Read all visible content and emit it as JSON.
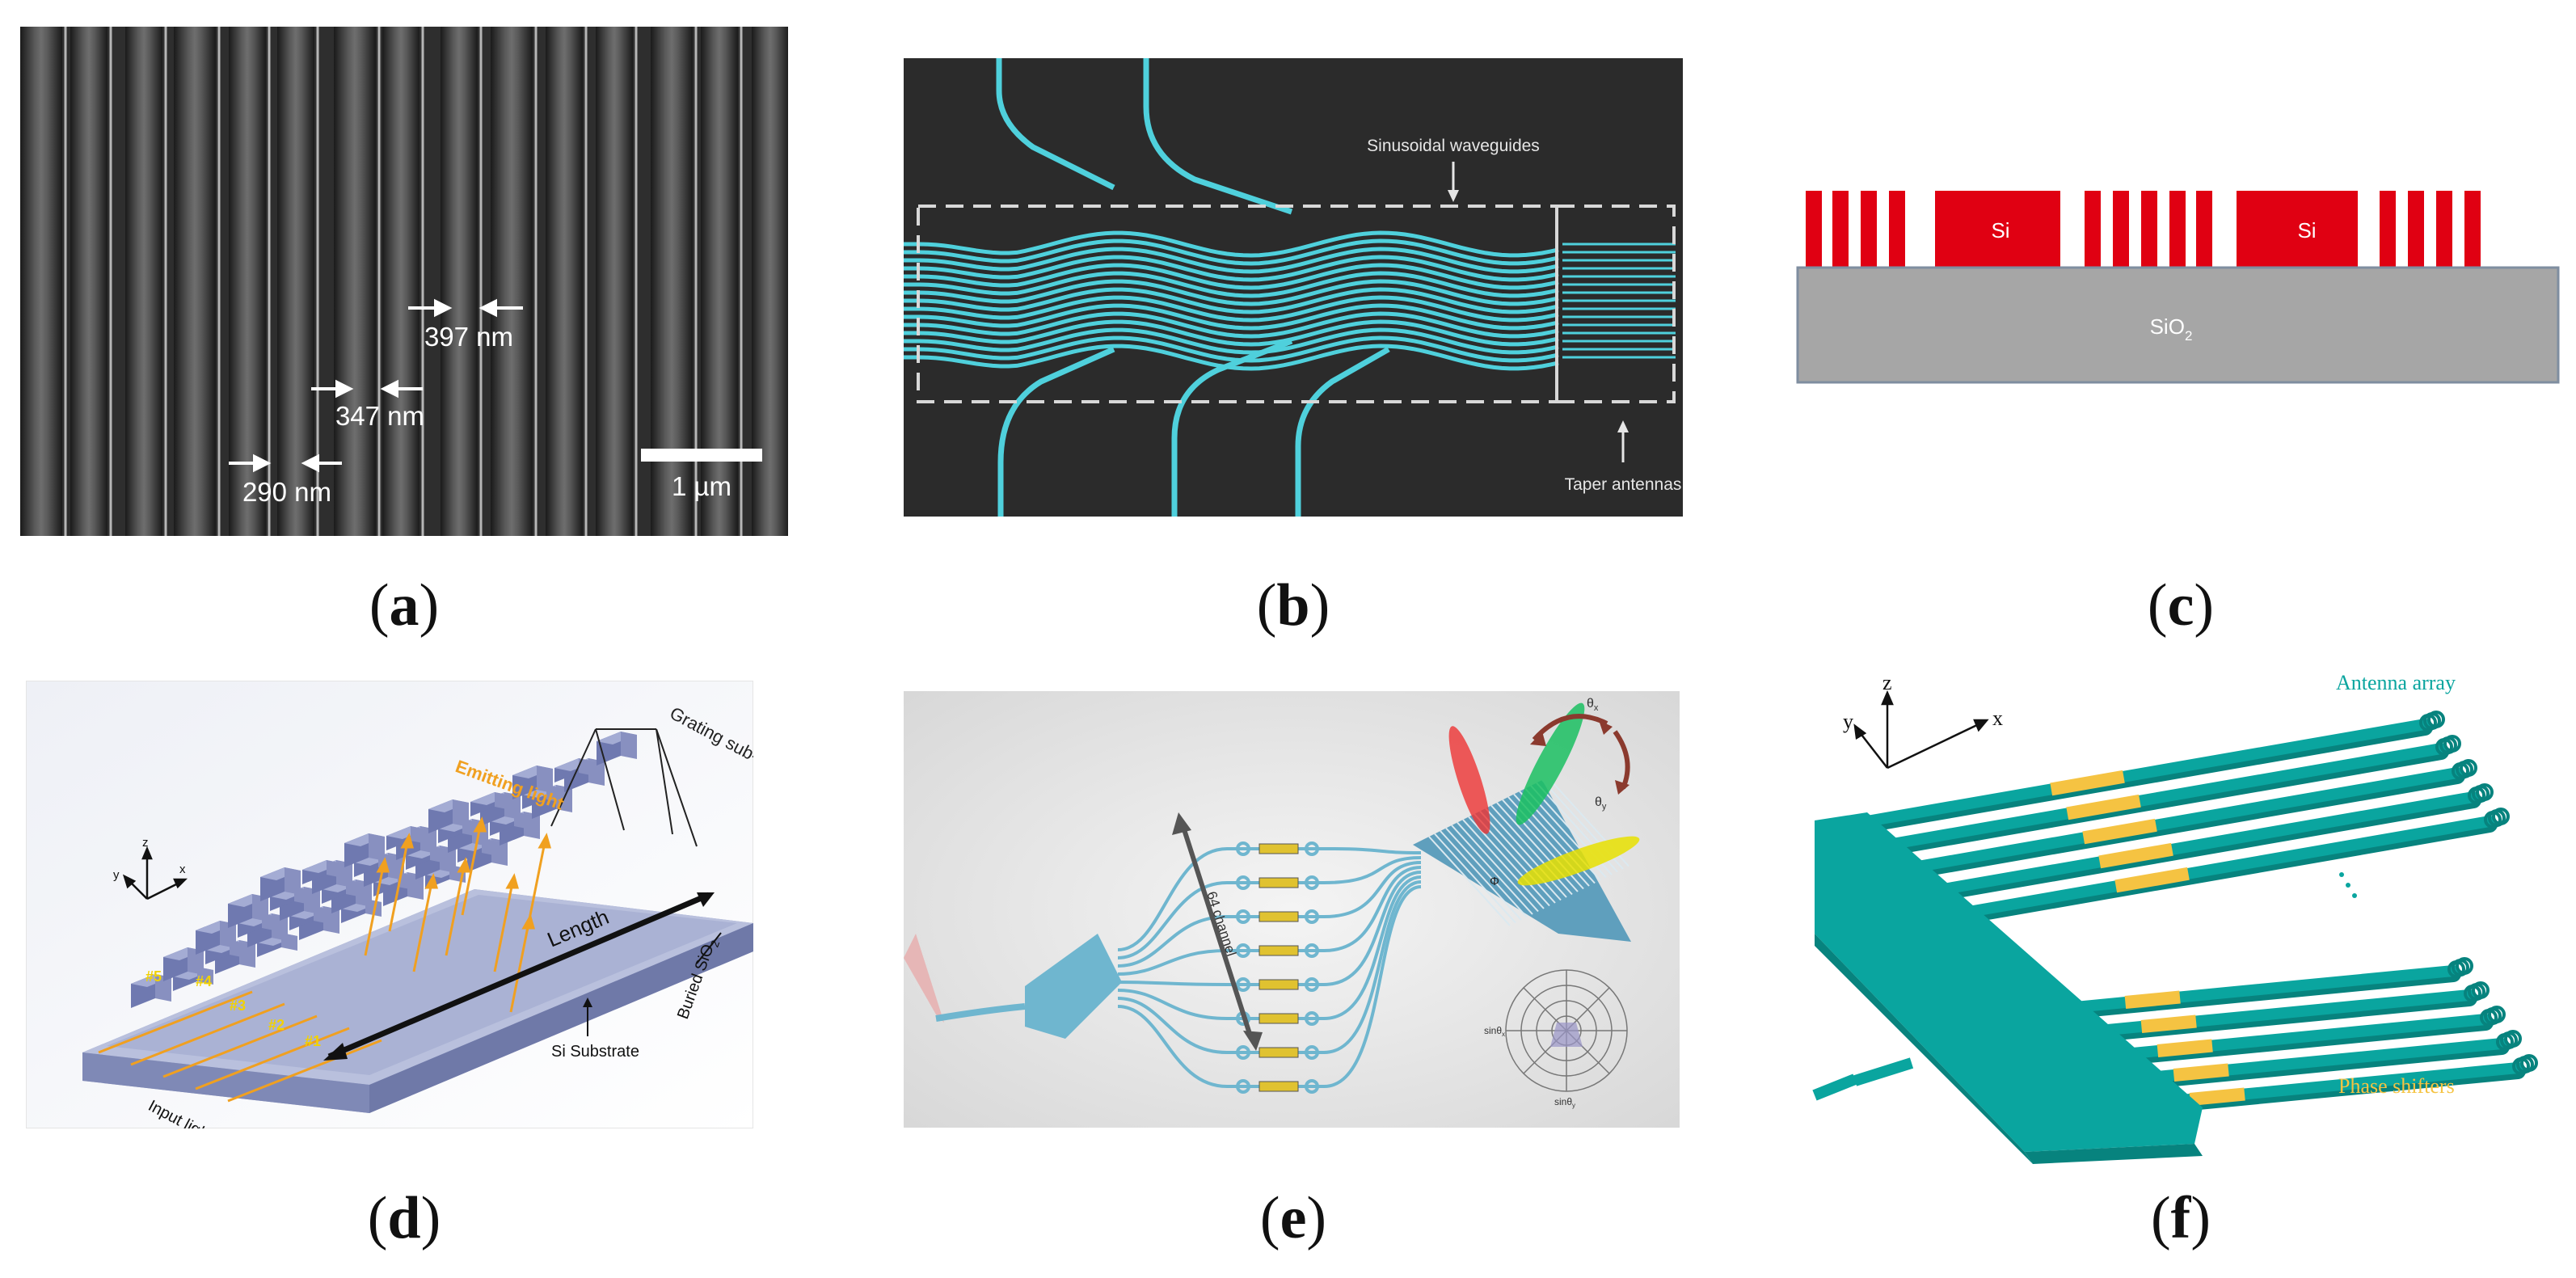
{
  "figure": {
    "panels": [
      {
        "id": "a",
        "caption": "a",
        "annotations": [
          "397 nm",
          "347 nm",
          "290 nm"
        ],
        "scale_bar": "1 µm"
      },
      {
        "id": "b",
        "caption": "b",
        "annotations": [
          "Sinusoidal waveguides",
          "Taper antennas"
        ]
      },
      {
        "id": "c",
        "caption": "c",
        "annotations": [
          "Si",
          "Si",
          "SiO",
          "2"
        ]
      },
      {
        "id": "d",
        "caption": "d",
        "annotations": [
          "Grating sub-array",
          "Emitting light",
          "Length",
          "Si Substrate",
          "Buried SiO",
          "2",
          "Input light",
          "#5",
          "#4",
          "#3",
          "#2",
          "#1",
          "z",
          "y",
          "x"
        ]
      },
      {
        "id": "e",
        "caption": "e",
        "annotations": [
          "64 channel",
          "θ",
          "x",
          "θ",
          "y",
          "Φ",
          "sinθ",
          "x",
          "sinθ",
          "y"
        ]
      },
      {
        "id": "f",
        "caption": "f",
        "annotations": [
          "Antenna array",
          "Phase shifters",
          "z",
          "y",
          "x"
        ]
      }
    ]
  },
  "colors": {
    "sem_bg": "#3a3a3a",
    "waveguide": "#4fd0dc",
    "panel_b_bg": "#2b2b2b",
    "si_red": "#e00012",
    "sio2_gray": "#a6a6a6",
    "grating_blue": "#8e97c6",
    "teal": "#0aa59f",
    "phase_yellow": "#f5c342",
    "orange": "#f0a020"
  }
}
